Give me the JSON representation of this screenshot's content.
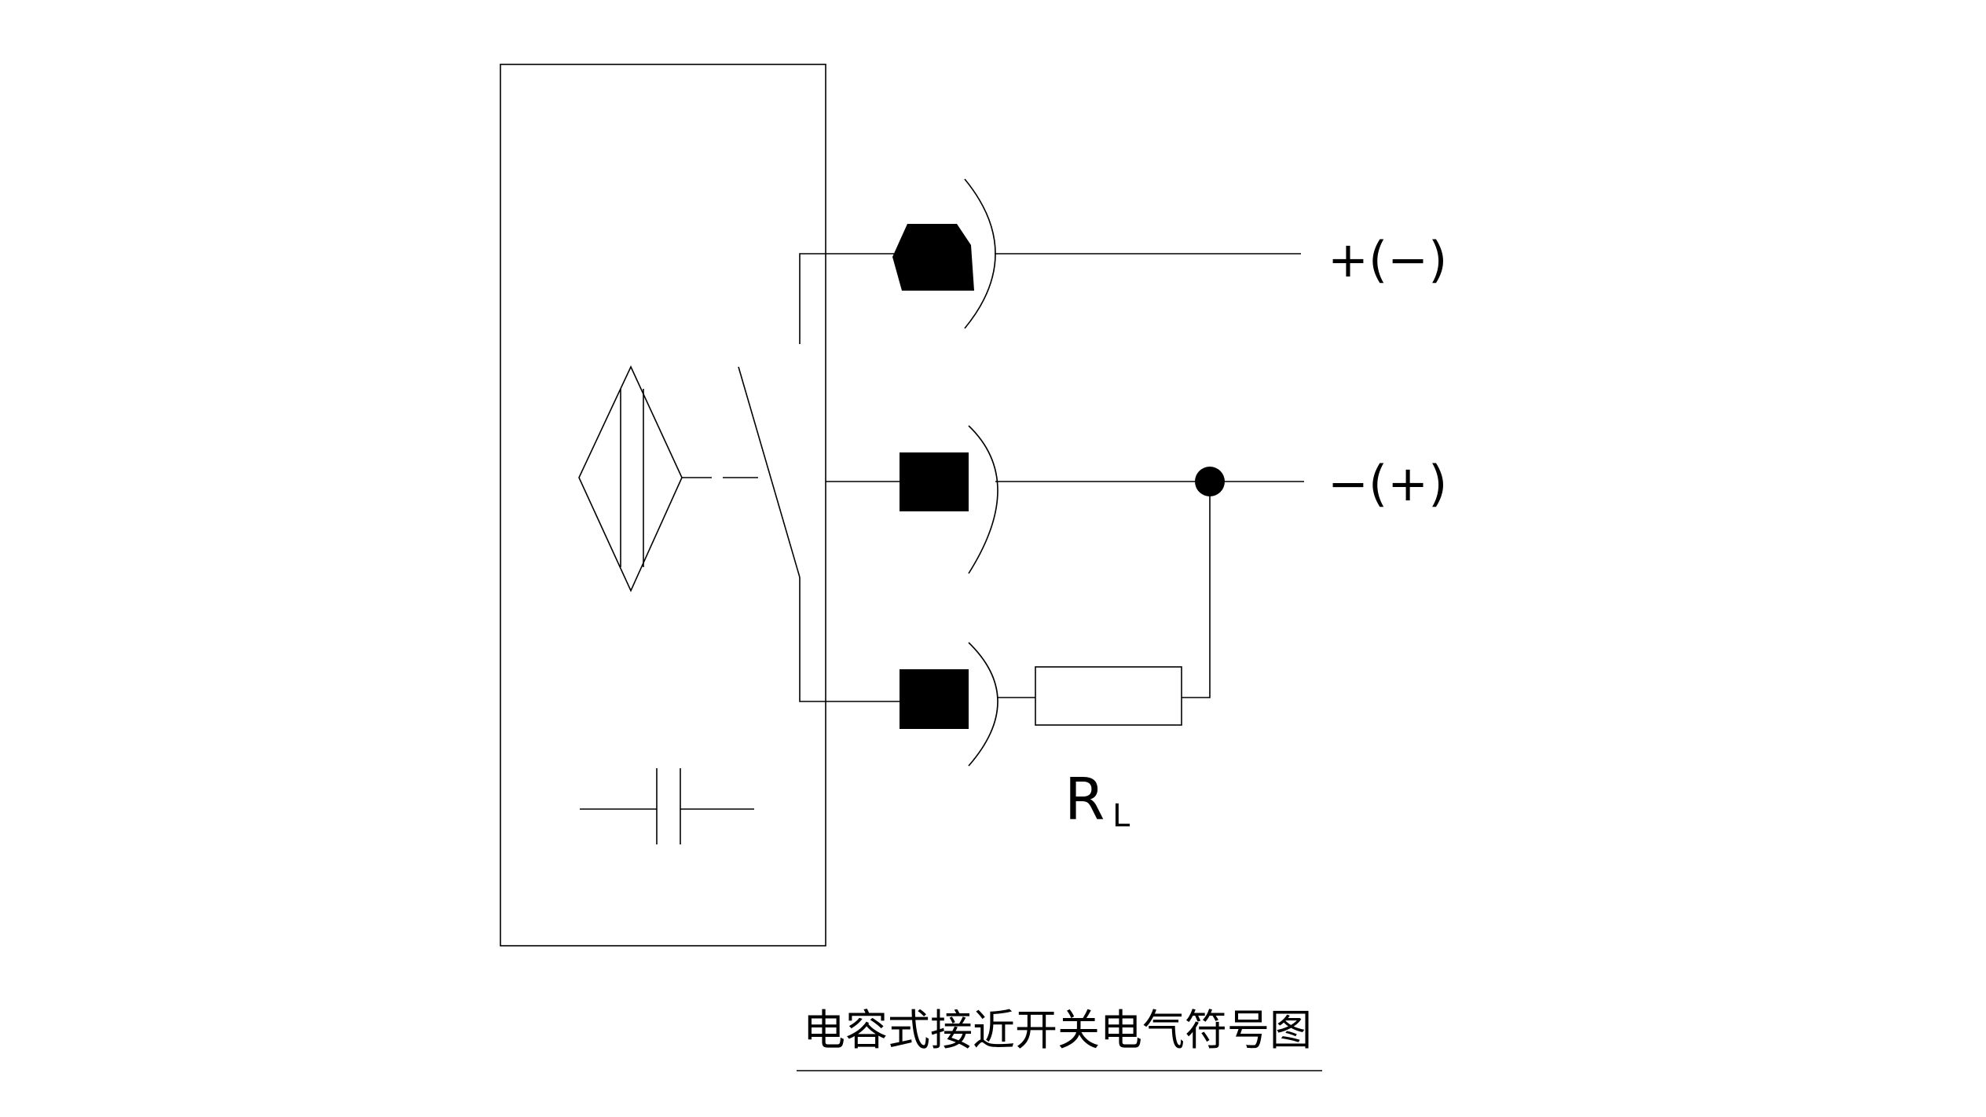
{
  "diagram": {
    "terminals": {
      "top": "+(−)",
      "middle": "−(+)"
    },
    "resistor": {
      "symbol": "R",
      "subscript": "L"
    },
    "caption": "电容式接近开关电气符号图"
  }
}
